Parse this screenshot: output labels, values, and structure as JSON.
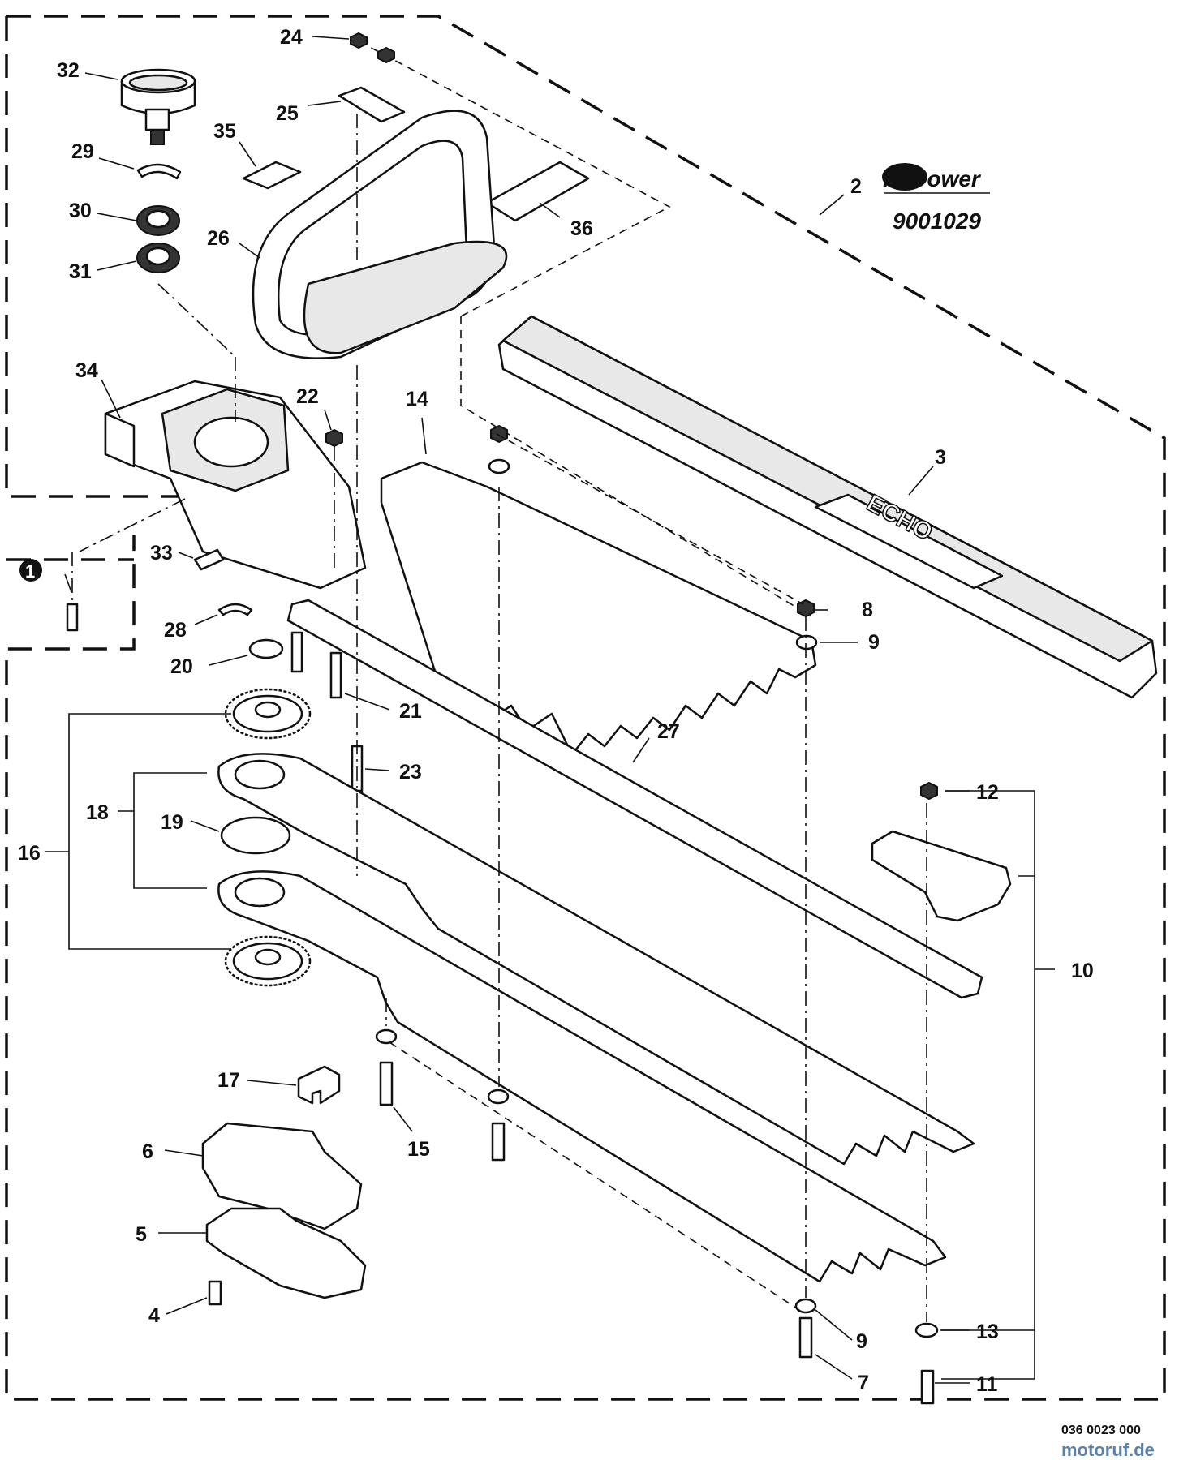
{
  "diagram": {
    "part_labels": [
      "1",
      "2",
      "3",
      "4",
      "5",
      "6",
      "7",
      "8",
      "9",
      "9",
      "10",
      "11",
      "12",
      "13",
      "14",
      "15",
      "16",
      "17",
      "18",
      "19",
      "20",
      "21",
      "22",
      "23",
      "24",
      "25",
      "26",
      "27",
      "28",
      "29",
      "30",
      "31",
      "32",
      "33",
      "34",
      "35",
      "36"
    ],
    "repower_brand": "RePower",
    "repower_part_number": "9001029",
    "blade_logo": "ECHO",
    "drawing_number": "036 0023 000",
    "watermark": "motoruf.de"
  }
}
